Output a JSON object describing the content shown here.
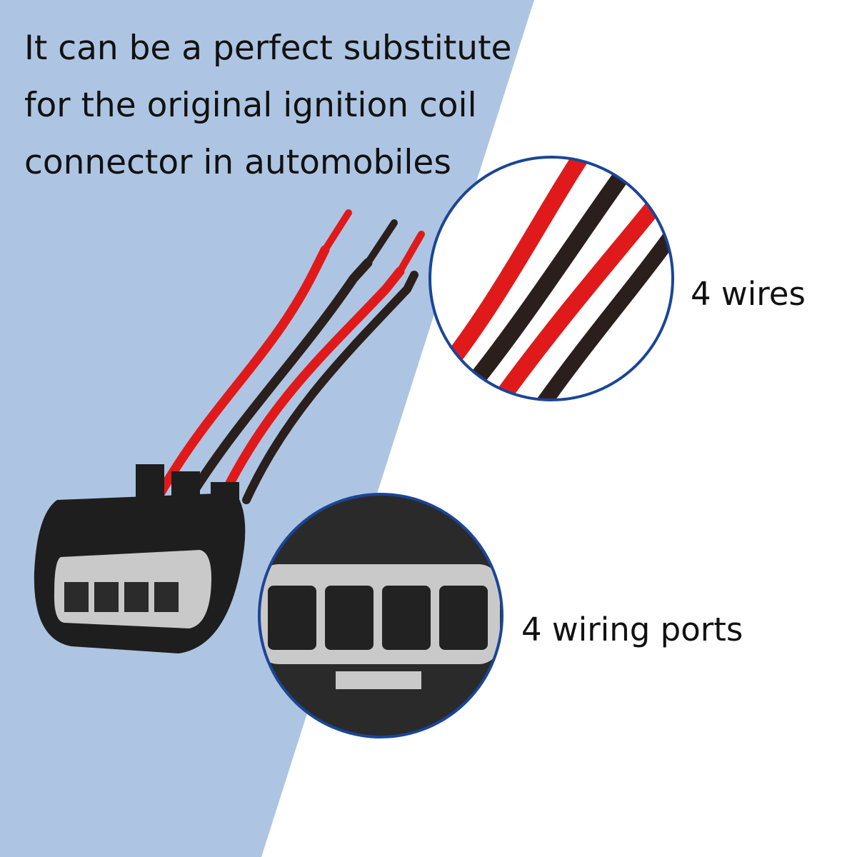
{
  "headline": {
    "lines": [
      "It can be a perfect substitute",
      "for the original ignition coil",
      "connector in automobiles"
    ]
  },
  "callouts": {
    "wires": "4 wires",
    "ports": "4 wiring ports"
  },
  "colors": {
    "background_blue": "#adc5e2",
    "circle_border": "#1b4597",
    "wire_red": "#e01a1a",
    "wire_black": "#2a1f1c",
    "connector_body": "#1e1e1e",
    "port_face": "#c9c9c9"
  }
}
